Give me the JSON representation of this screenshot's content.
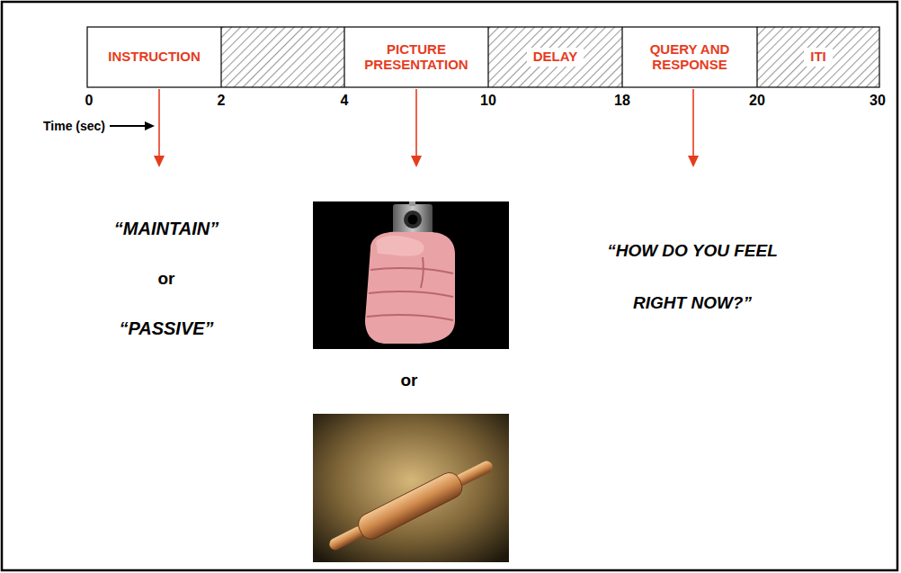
{
  "diagram": {
    "nodes": [
      {
        "text": [
          "INSTRUCTION"
        ]
      },
      {
        "text": [
          "PICTURE PRESENTATION"
        ]
      },
      {
        "text": [
          "DELAY"
        ]
      },
      {
        "text": [
          "QUERY AND RESPONSE"
        ]
      },
      {
        "text": [
          "ITI"
        ]
      }
    ],
    "labels": [
      "0",
      "2",
      "4",
      "10",
      "18",
      "20",
      "30",
      "Time (sec)",
      "“MAINTAIN”",
      "or",
      "“PASSIVE”",
      "or",
      "“HOW DO YOU FEEL RIGHT NOW?”"
    ]
  }
}
